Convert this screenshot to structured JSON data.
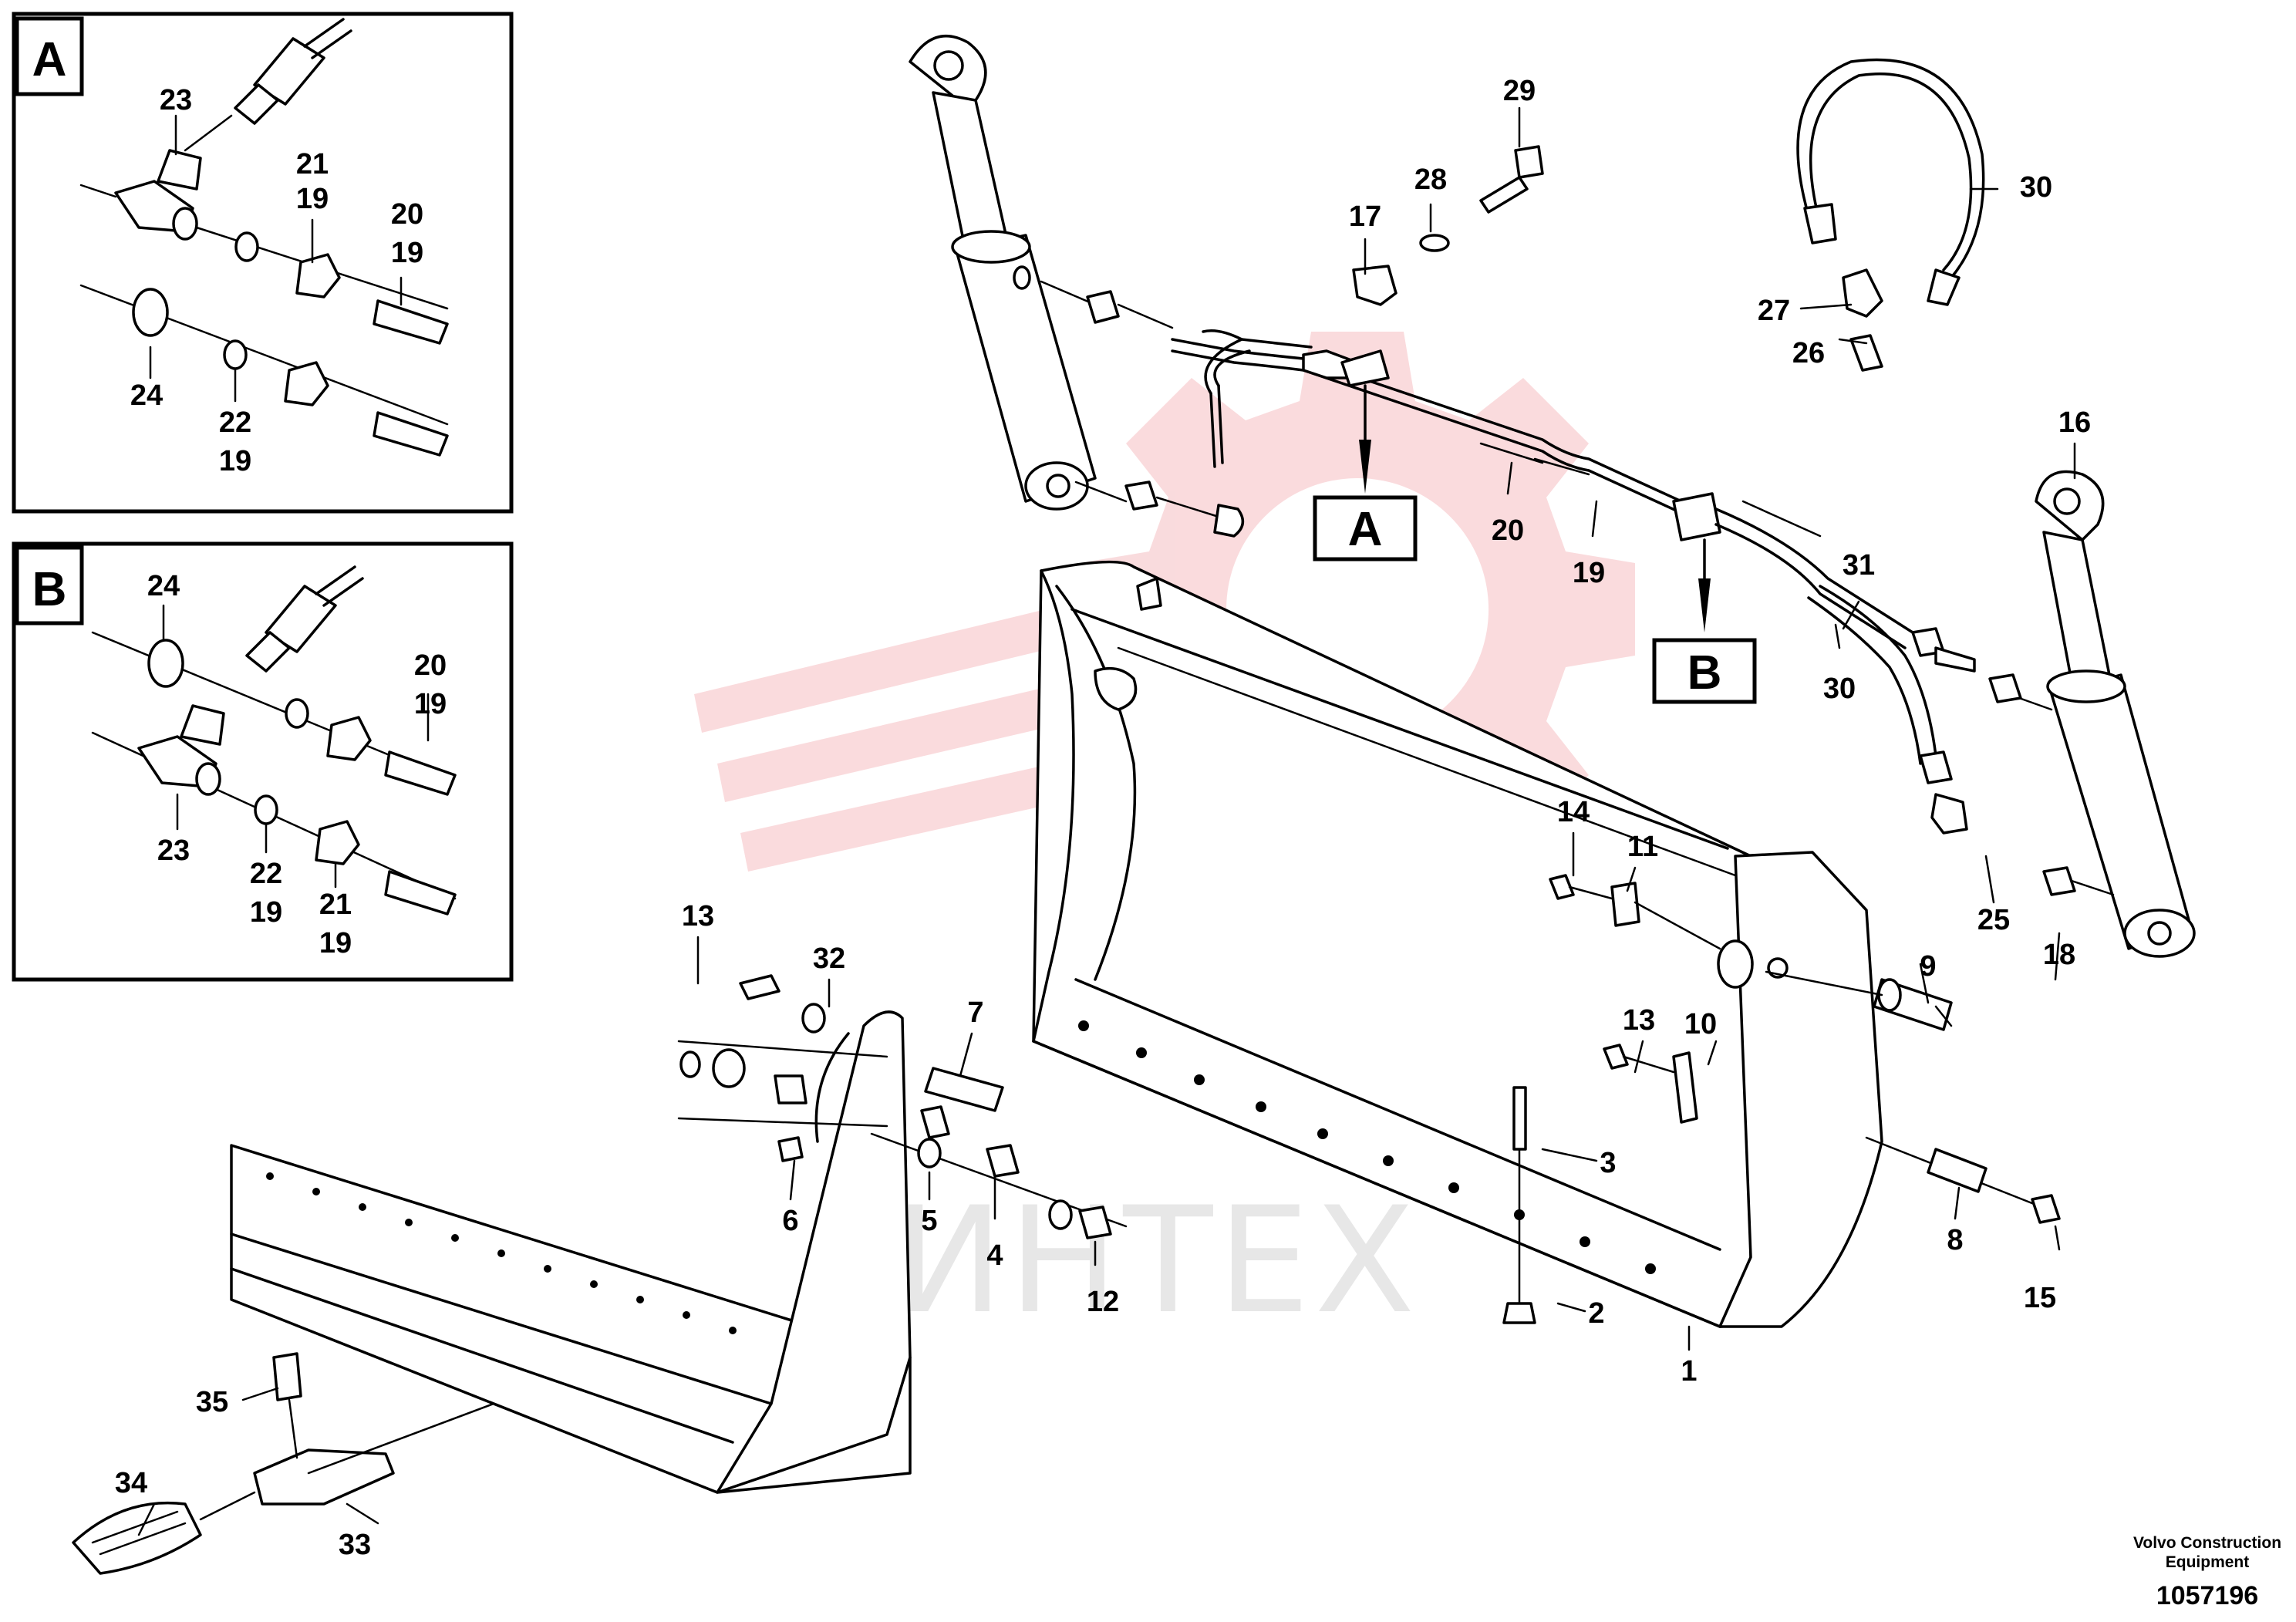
{
  "colors": {
    "ink": "#000000",
    "paper": "#ffffff",
    "watermark_red": "#f3b0b4",
    "watermark_gray": "#cfcfcf"
  },
  "insets": [
    {
      "letter": "A",
      "labels": [
        "23",
        "21",
        "19",
        "20",
        "19",
        "24",
        "22",
        "19"
      ]
    },
    {
      "letter": "B",
      "labels": [
        "24",
        "20",
        "19",
        "23",
        "22",
        "19",
        "21",
        "19"
      ]
    }
  ],
  "detail_markers": {
    "a": "A",
    "b": "B"
  },
  "callouts": [
    "29",
    "28",
    "17",
    "30",
    "27",
    "26",
    "16",
    "20",
    "19",
    "31",
    "30",
    "14",
    "11",
    "25",
    "18",
    "9",
    "13",
    "32",
    "7",
    "13",
    "10",
    "3",
    "6",
    "5",
    "4",
    "12",
    "8",
    "15",
    "2",
    "1",
    "35",
    "34",
    "33"
  ],
  "watermark_text": "ИНТЕХ",
  "credit": {
    "line1": "Volvo Construction",
    "line2": "Equipment",
    "doc_number": "1057196"
  }
}
